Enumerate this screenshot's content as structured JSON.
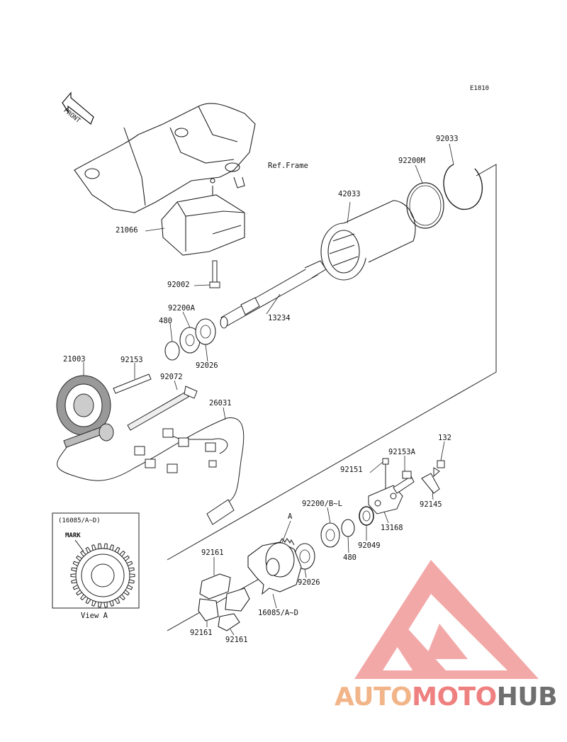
{
  "diagram": {
    "code": "E1810",
    "front_label": "FRONT",
    "ref_frame": "Ref.Frame",
    "parts": {
      "p21066": "21066",
      "p92002": "92002",
      "p92200A": "92200A",
      "p480a": "480",
      "p92026a": "92026",
      "p13234": "13234",
      "p42033": "42033",
      "p92200M": "92200M",
      "p92033": "92033",
      "p21003": "21003",
      "p92153": "92153",
      "p92072": "92072",
      "p26031": "26031",
      "p92153A": "92153A",
      "p132": "132",
      "p92151": "92151",
      "p92145": "92145",
      "p13168": "13168",
      "p92200BL": "92200/B~L",
      "p92049": "92049",
      "p480b": "480",
      "p92026b": "92026",
      "pA": "A",
      "p16085": "16085/A~D",
      "p92161a": "92161",
      "p92161b": "92161",
      "p92161c": "92161"
    },
    "view_a": {
      "part_ref": "(16085/A~D)",
      "mark": "MARK",
      "caption": "View A"
    }
  },
  "watermark": {
    "auto": "AUTO",
    "moto": "MOTO",
    "hub": "HUB",
    "colors": {
      "orange": "#f2b58a",
      "red": "#ef7f7f",
      "gray": "#6f6f6f",
      "triangle": "#f08a8a"
    }
  }
}
